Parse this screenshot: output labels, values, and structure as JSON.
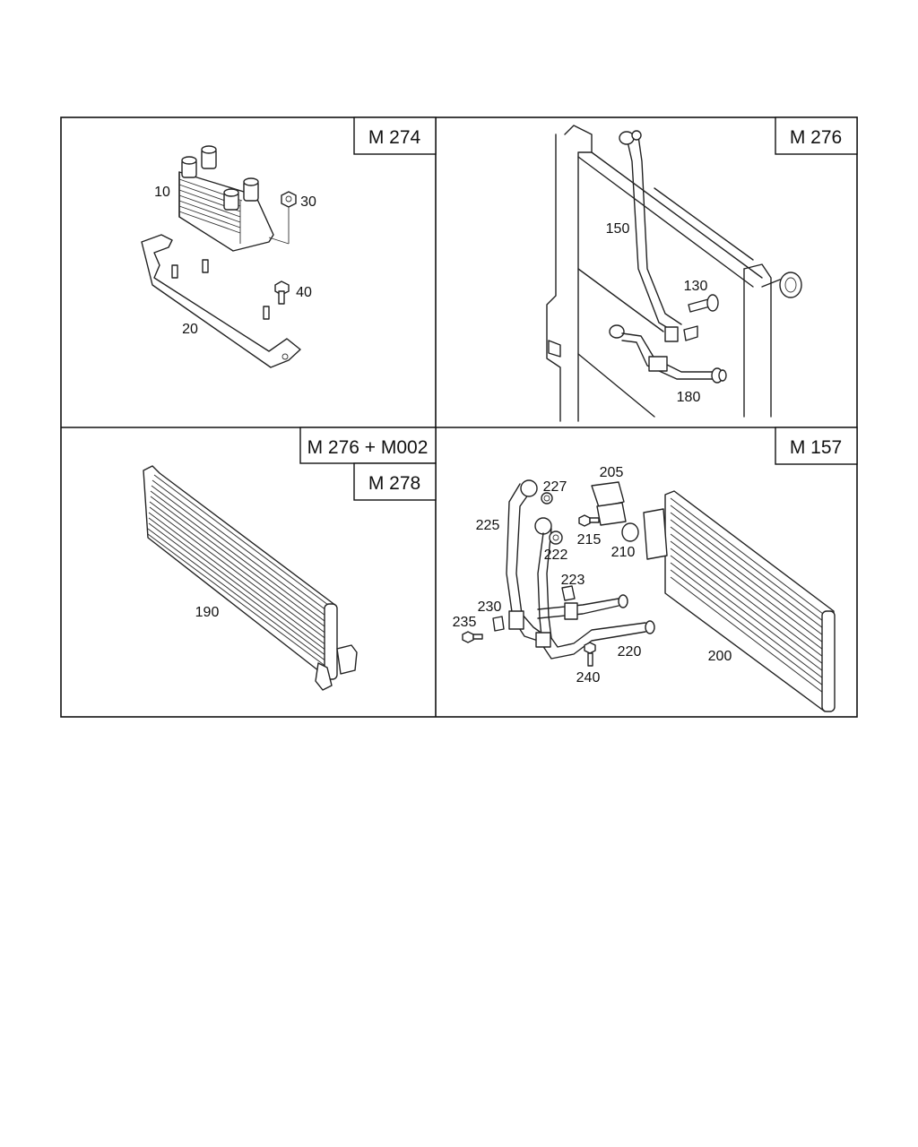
{
  "engine_tags": {
    "top_left": "M 274",
    "top_right": "M 276",
    "bottom_left_a": "M 276 + M002",
    "bottom_left_b": "M 278",
    "bottom_right": "M 157"
  },
  "part_labels": {
    "p10": "10",
    "p20": "20",
    "p30": "30",
    "p40": "40",
    "p130": "130",
    "p150": "150",
    "p180": "180",
    "p190": "190",
    "p200": "200",
    "p205": "205",
    "p210": "210",
    "p215": "215",
    "p220": "220",
    "p222": "222",
    "p223": "223",
    "p225": "225",
    "p227": "227",
    "p230": "230",
    "p235": "235",
    "p240": "240"
  }
}
